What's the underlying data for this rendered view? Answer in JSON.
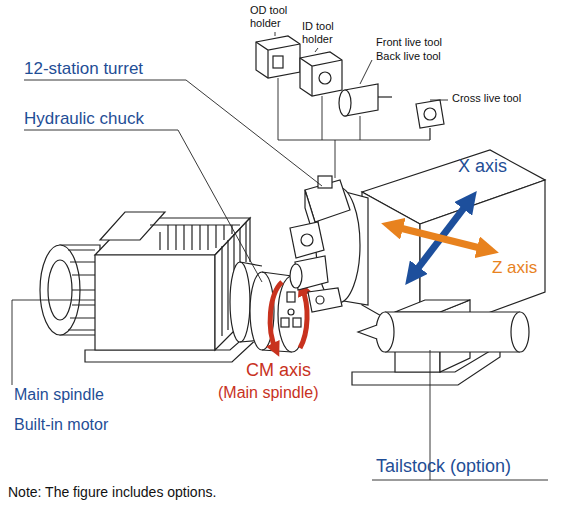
{
  "diagram": {
    "labels": [
      "OD tool holder",
      "ID tool holder",
      "Front live tool",
      "Back live tool",
      "Cross live tool",
      "12-station turret",
      "Hydraulic chuck",
      "X axis",
      "Z axis",
      "CM axis",
      "(Main spindle)",
      "Main spindle",
      "Built-in motor",
      "Tailstock (option)",
      "Note: The figure includes options."
    ]
  }
}
